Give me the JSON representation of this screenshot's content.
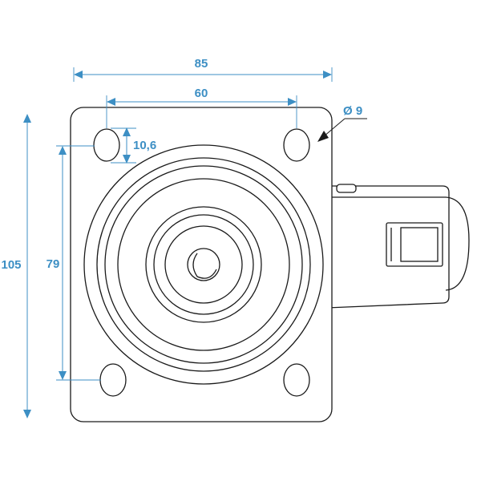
{
  "diagram": {
    "dimensions": {
      "overall_width": "85",
      "hole_spacing_horizontal": "60",
      "hole_diameter": "Ø 9",
      "slot_length": "10,6",
      "hole_spacing_vertical": "79",
      "overall_height": "105"
    },
    "colors": {
      "dimension": "#3d8fc4",
      "outline": "#1a1a1a",
      "background": "#ffffff"
    }
  }
}
